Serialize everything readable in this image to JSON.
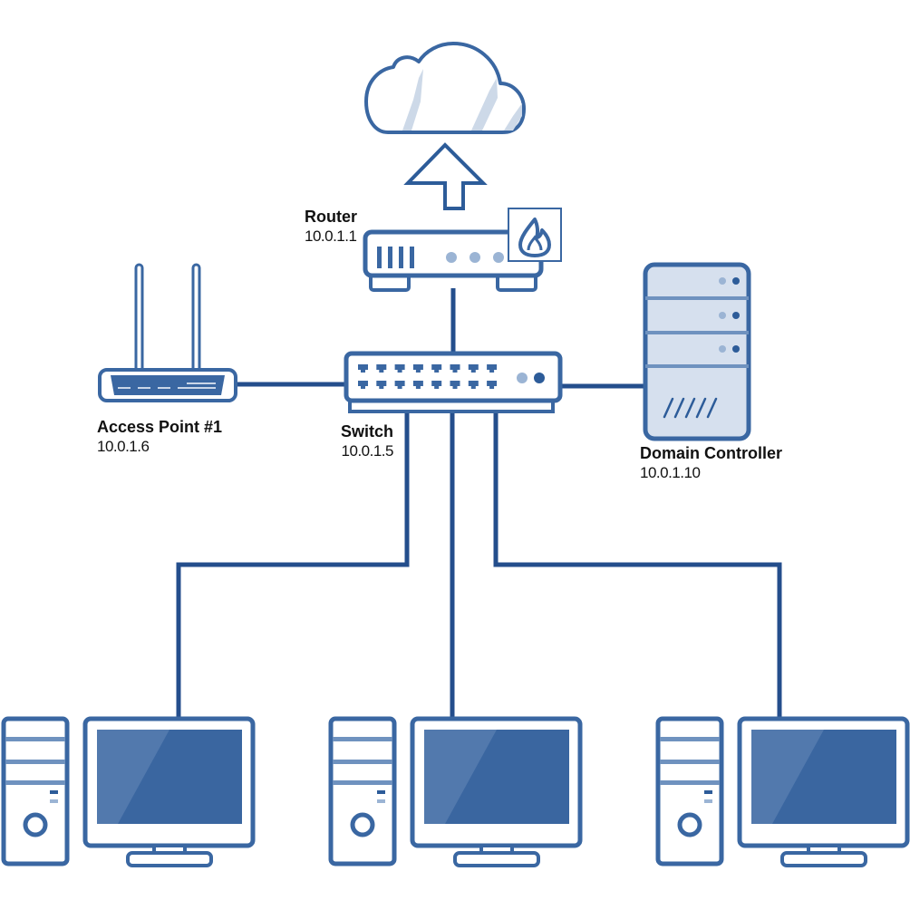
{
  "diagram": {
    "title": "Network Topology",
    "colors": {
      "stroke": "#3a67a2",
      "link": "#244e8c",
      "fill_light": "#d6e0ee",
      "screen": "#3a66a0",
      "screen_glare": "#5279ad",
      "led_light": "#9bb4d4",
      "led_dark": "#2d5c99",
      "text": "#111111"
    },
    "nodes": [
      {
        "id": "internet",
        "type": "cloud",
        "name": "",
        "ip": "",
        "icon": "cloud-icon"
      },
      {
        "id": "router",
        "type": "router",
        "name": "Router",
        "ip": "10.0.1.1",
        "icon": "router-icon",
        "badge": "firewall-icon"
      },
      {
        "id": "access_point",
        "type": "wireless-access-point",
        "name": "Access Point #1",
        "ip": "10.0.1.6",
        "icon": "access-point-icon"
      },
      {
        "id": "switch",
        "type": "switch",
        "name": "Switch",
        "ip": "10.0.1.5",
        "icon": "switch-icon",
        "ports": 16
      },
      {
        "id": "domain_controller",
        "type": "server",
        "name": "Domain Controller",
        "ip": "10.0.1.10",
        "icon": "server-icon"
      },
      {
        "id": "workstation_1",
        "type": "workstation",
        "name": "",
        "ip": "",
        "icon": "desktop-computer-icon"
      },
      {
        "id": "workstation_2",
        "type": "workstation",
        "name": "",
        "ip": "",
        "icon": "desktop-computer-icon"
      },
      {
        "id": "workstation_3",
        "type": "workstation",
        "name": "",
        "ip": "",
        "icon": "desktop-computer-icon"
      }
    ],
    "links": [
      {
        "from": "router",
        "to": "internet",
        "style": "upload-arrow"
      },
      {
        "from": "router",
        "to": "switch"
      },
      {
        "from": "access_point",
        "to": "switch"
      },
      {
        "from": "switch",
        "to": "domain_controller"
      },
      {
        "from": "switch",
        "to": "workstation_1"
      },
      {
        "from": "switch",
        "to": "workstation_2"
      },
      {
        "from": "switch",
        "to": "workstation_3"
      }
    ]
  },
  "labels": {
    "router": {
      "name": "Router",
      "ip": "10.0.1.1"
    },
    "access_point": {
      "name": "Access Point #1",
      "ip": "10.0.1.6"
    },
    "switch": {
      "name": "Switch",
      "ip": "10.0.1.5"
    },
    "domain_controller": {
      "name": "Domain Controller",
      "ip": "10.0.1.10"
    }
  }
}
